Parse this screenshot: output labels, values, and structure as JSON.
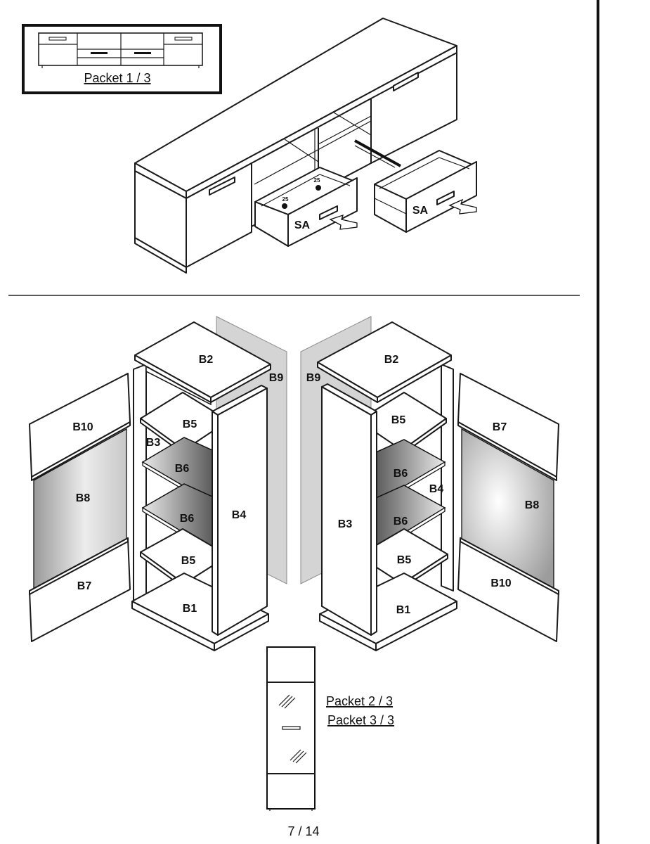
{
  "packets": {
    "p1": "Packet 1 / 3",
    "p2": "Packet 2 / 3",
    "p3": "Packet 3 / 3"
  },
  "drawer": {
    "part_label": "SA",
    "screw_size": "25"
  },
  "parts": {
    "B1": "B1",
    "B2": "B2",
    "B3": "B3",
    "B4": "B4",
    "B5": "B5",
    "B6": "B6",
    "B7": "B7",
    "B8": "B8",
    "B9": "B9",
    "B10": "B10"
  },
  "page_number": "7 / 14"
}
